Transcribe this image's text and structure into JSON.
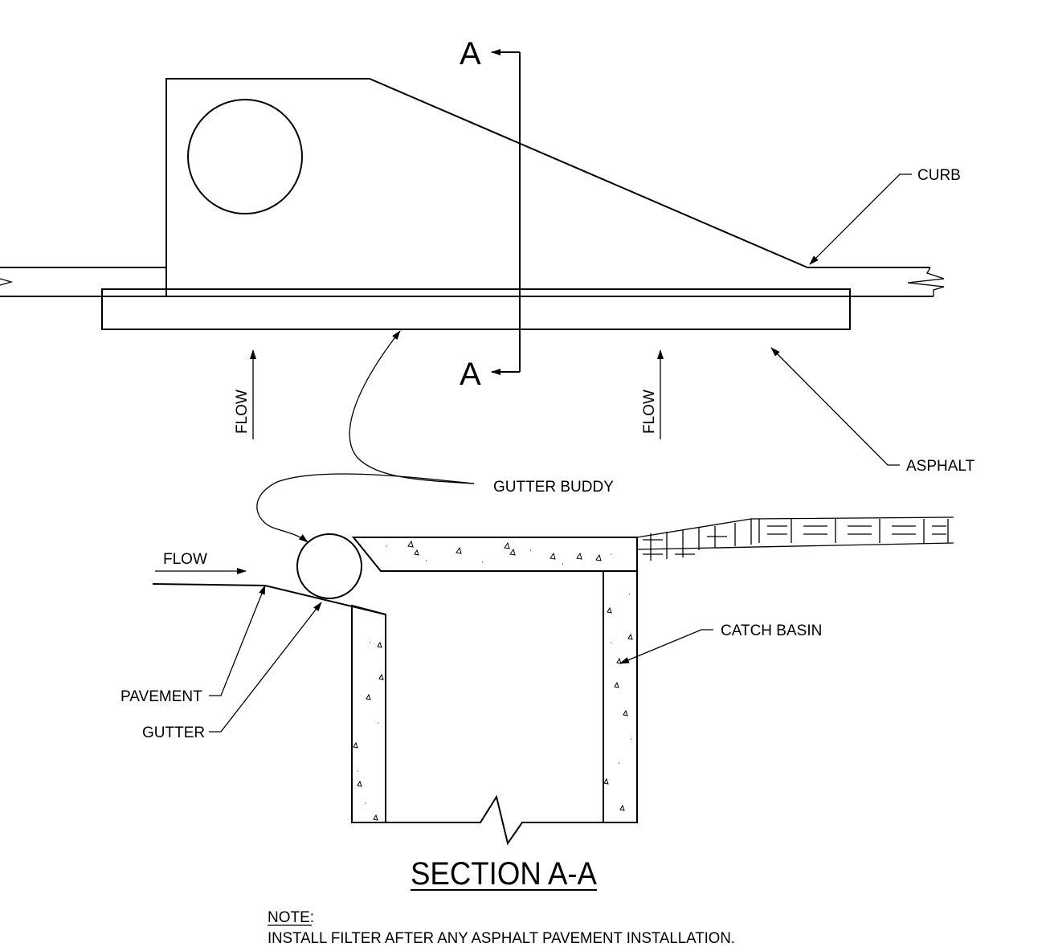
{
  "labels": {
    "section_mark_top": "A",
    "section_mark_bottom": "A",
    "curb": "CURB",
    "asphalt": "ASPHALT",
    "flow_plan_left": "FLOW",
    "flow_plan_right": "FLOW",
    "gutter_buddy": "GUTTER BUDDY",
    "flow_section": "FLOW",
    "catch_basin": "CATCH BASIN",
    "pavement": "PAVEMENT",
    "gutter": "GUTTER",
    "section_title": "SECTION A-A",
    "note_heading": "NOTE:",
    "note_text": "INSTALL FILTER AFTER ANY ASPHALT PAVEMENT INSTALLATION."
  }
}
